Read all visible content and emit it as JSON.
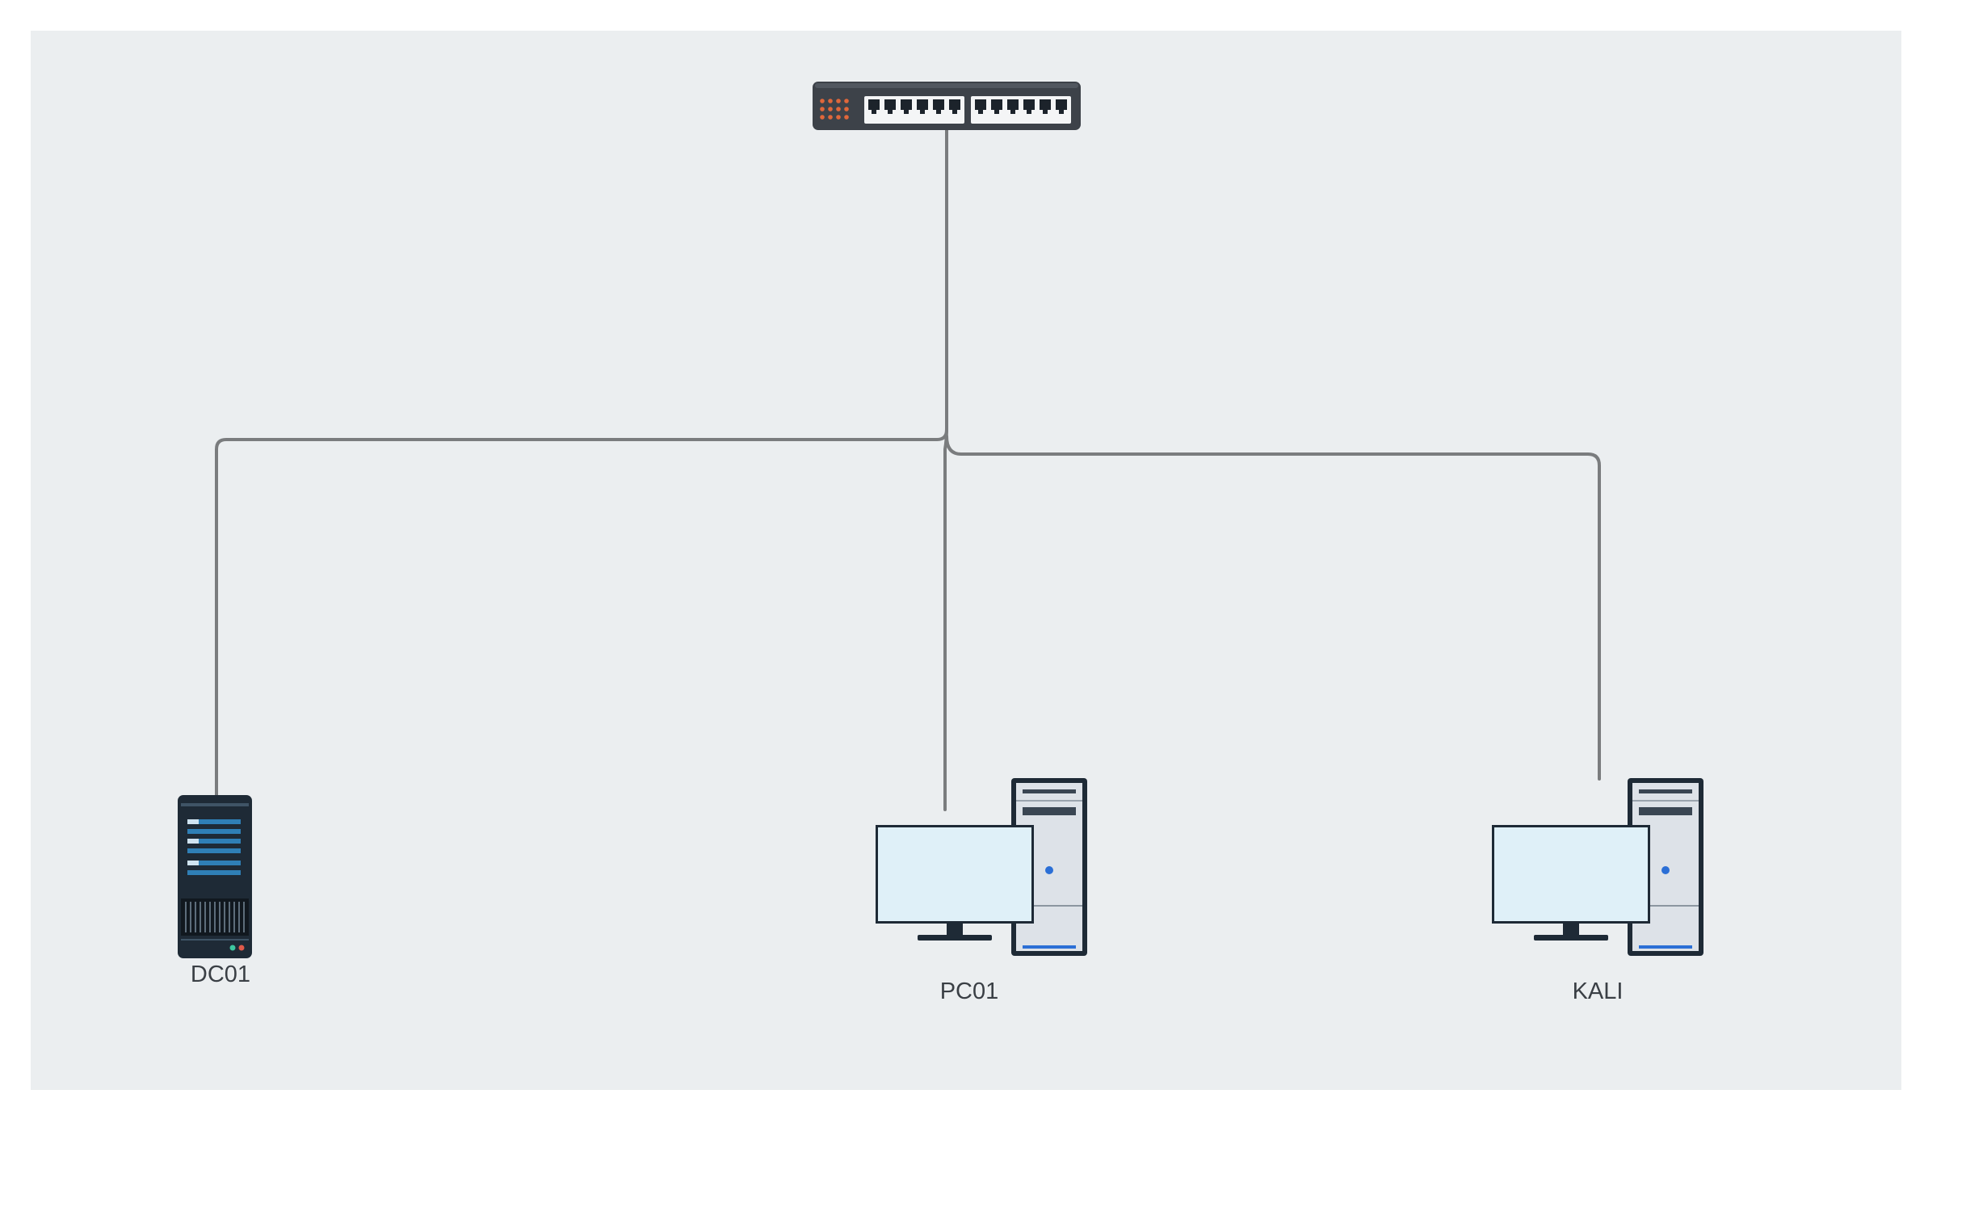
{
  "diagram": {
    "background_color": "#ebeef0",
    "link_color": "#7a7c7e",
    "switch": {
      "icon": "network-switch-icon"
    },
    "nodes": [
      {
        "label": "DC01",
        "icon": "server-tower-icon"
      },
      {
        "label": "PC01",
        "icon": "desktop-computer-icon"
      },
      {
        "label": "KALI",
        "icon": "desktop-computer-icon"
      }
    ]
  }
}
